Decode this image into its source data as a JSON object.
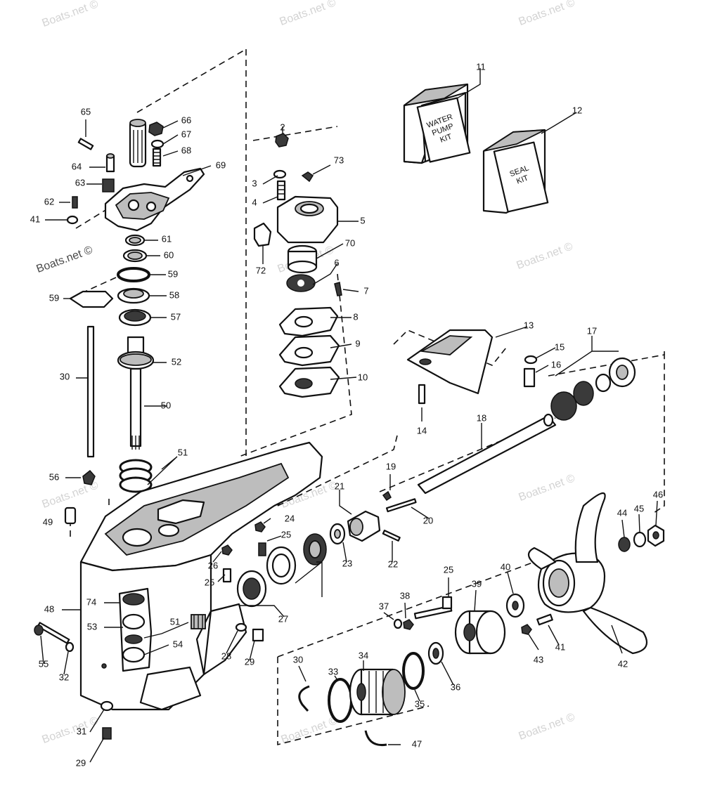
{
  "watermark": "Boats.net ©",
  "kits": {
    "water_pump": [
      "WATER",
      "PUMP",
      "KIT"
    ],
    "seal": [
      "SEAL",
      "KIT"
    ]
  },
  "callouts": [
    "65",
    "66",
    "67",
    "68",
    "69",
    "64",
    "63",
    "62",
    "41",
    "61",
    "60",
    "59",
    "59",
    "58",
    "57",
    "2",
    "73",
    "3",
    "4",
    "5",
    "72",
    "70",
    "6",
    "7",
    "8",
    "9",
    "10",
    "11",
    "12",
    "13",
    "15",
    "16",
    "17",
    "14",
    "18",
    "19",
    "21",
    "20",
    "22",
    "23",
    "24",
    "25",
    "26",
    "25",
    "27",
    "28",
    "29",
    "30",
    "50",
    "51",
    "52",
    "56",
    "49",
    "48",
    "74",
    "53",
    "51",
    "54",
    "55",
    "32",
    "31",
    "29",
    "30",
    "33",
    "34",
    "35",
    "36",
    "37",
    "38",
    "25",
    "39",
    "40",
    "43",
    "41",
    "42",
    "44",
    "45",
    "46",
    "47",
    "33"
  ],
  "colors": {
    "line": "#111111",
    "shade": "#bdbdbd",
    "watermark": "#d3d3d3"
  }
}
